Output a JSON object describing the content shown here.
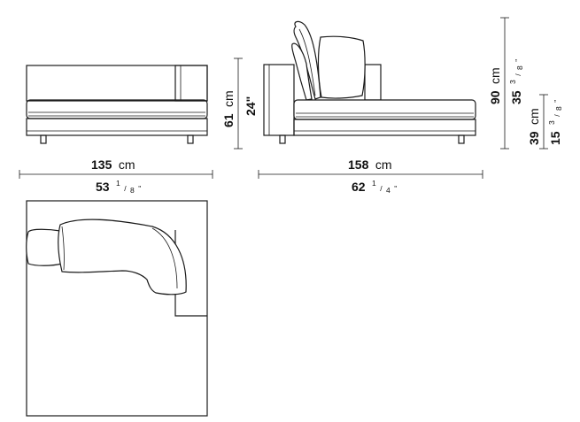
{
  "dimensions": {
    "front_width": {
      "cm_value": "135",
      "cm_unit": "cm",
      "inch_whole": "53",
      "inch_num": "1",
      "inch_den": "8",
      "inch_mark": "\""
    },
    "front_height": {
      "cm_value": "61",
      "cm_unit": "cm",
      "inch_text": "24\""
    },
    "side_width": {
      "cm_value": "158",
      "cm_unit": "cm",
      "inch_whole": "62",
      "inch_num": "1",
      "inch_den": "4",
      "inch_mark": "\""
    },
    "total_height": {
      "cm_value": "90",
      "cm_unit": "cm",
      "inch_whole": "35",
      "inch_num": "3",
      "inch_den": "8",
      "inch_mark": "\""
    },
    "seat_height": {
      "cm_value": "39",
      "cm_unit": "cm",
      "inch_whole": "15",
      "inch_num": "3",
      "inch_den": "8",
      "inch_mark": "\""
    }
  }
}
